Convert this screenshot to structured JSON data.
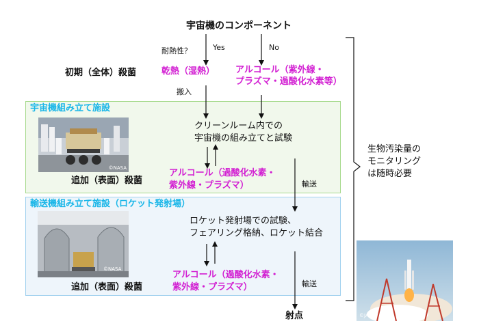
{
  "header": {
    "title": "宇宙機のコンポーネント"
  },
  "decision": {
    "question": "耐熱性？",
    "yes": "Yes",
    "no": "No"
  },
  "row_initial": {
    "label": "初期（全体）殺菌",
    "heat": "乾熱（湿熱）",
    "alcohol_line1": "アルコール（紫外線・",
    "alcohol_line2": "プラズマ・過酸化水素等）"
  },
  "transfer_in": "搬入",
  "stage1": {
    "title": "宇宙機組み立て施設",
    "step_line1": "クリーンルーム内での",
    "step_line2": "宇宙機の組み立てと試験",
    "label": "追加（表面）殺菌",
    "method_line1": "アルコール（過酸化水素・",
    "method_line2": "紫外線・プラズマ）",
    "photo_credit": "©NASA"
  },
  "stage2": {
    "title": "輸送機組み立て施設（ロケット発射場）",
    "step_line1": "ロケット発射場での試験、",
    "step_line2": "フェアリング格納、ロケット結合",
    "label": "追加（表面）殺菌",
    "method_line1": "アルコール（過酸化水素・",
    "method_line2": "紫外線・プラズマ）",
    "photo_credit": "©NASA"
  },
  "transport_1": "輸送",
  "transport_2": "輸送",
  "final": "射点",
  "monitoring": {
    "line1": "生物汚染量の",
    "line2": "モニタリング",
    "line3": "は随時必要"
  },
  "launch_photo": {
    "credit": "©JAXA"
  },
  "colors": {
    "magenta": "#d21fd2",
    "cyan_title": "#19b6e8",
    "green_box": "#f1f8ec",
    "blue_box": "#eef5fb"
  }
}
